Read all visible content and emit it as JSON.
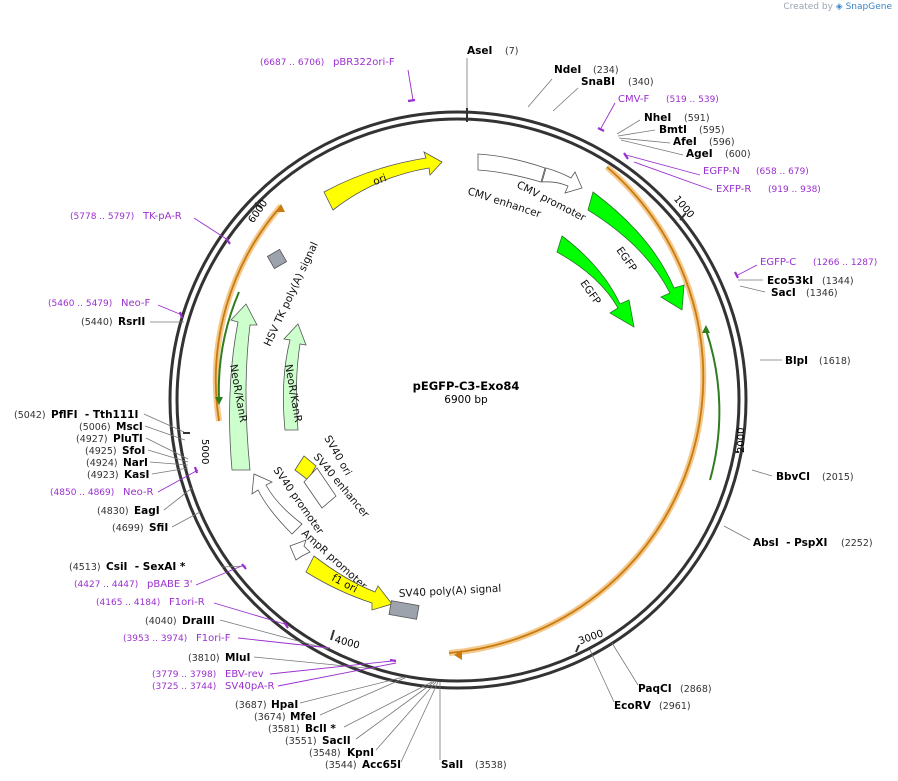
{
  "watermark": {
    "prefix": "Created by",
    "brand": "SnapGene"
  },
  "plasmid": {
    "name": "pEGFP-C3-Exo84",
    "length_text": "6900 bp",
    "length": 6900
  },
  "ticks": [
    "1000",
    "2000",
    "3000",
    "4000",
    "5000",
    "6000"
  ],
  "features": [
    {
      "label": "ori",
      "color": "#ffff00"
    },
    {
      "label": "CMV enhancer",
      "color": "#ffffff"
    },
    {
      "label": "CMV promoter",
      "color": "#ffffff"
    },
    {
      "label": "EGFP",
      "color": "#00ff00"
    },
    {
      "label": "EGFP",
      "color": "#00ff00"
    },
    {
      "label": "HSV TK poly(A) signal",
      "color": "#9ca3ad"
    },
    {
      "label": "NeoR/KanR",
      "color": "#ccffcc"
    },
    {
      "label": "NeoR/KanR",
      "color": "#ccffcc"
    },
    {
      "label": "SV40 ori",
      "color": "#ffff00"
    },
    {
      "label": "SV40 enhancer",
      "color": "#ffffff"
    },
    {
      "label": "SV40 promoter",
      "color": "#ffffff"
    },
    {
      "label": "AmpR promoter",
      "color": "#ffffff"
    },
    {
      "label": "f1 ori",
      "color": "#ffff00"
    },
    {
      "label": "SV40 poly(A) signal",
      "color": "#9ca3ad"
    }
  ],
  "sites": [
    {
      "name": "AseI",
      "pos": "(7)"
    },
    {
      "name": "NdeI",
      "pos": "(234)"
    },
    {
      "name": "SnaBI",
      "pos": "(340)"
    },
    {
      "name": "NheI",
      "pos": "(591)"
    },
    {
      "name": "BmtI",
      "pos": "(595)"
    },
    {
      "name": "AfeI",
      "pos": "(596)"
    },
    {
      "name": "AgeI",
      "pos": "(600)"
    },
    {
      "name": "Eco53kI",
      "pos": "(1344)"
    },
    {
      "name": "SacI",
      "pos": "(1346)"
    },
    {
      "name": "BlpI",
      "pos": "(1618)"
    },
    {
      "name": "BbvCI",
      "pos": "(2015)"
    },
    {
      "name": "AbsI  - PspXI",
      "pos": "(2252)"
    },
    {
      "name": "PaqCI",
      "pos": "(2868)"
    },
    {
      "name": "EcoRV",
      "pos": "(2961)"
    },
    {
      "name": "SalI",
      "pos": "(3538)"
    },
    {
      "name": "Acc65I",
      "pos": "(3544)"
    },
    {
      "name": "KpnI",
      "pos": "(3548)"
    },
    {
      "name": "SacII",
      "pos": "(3551)"
    },
    {
      "name": "BclI *",
      "pos": "(3581)"
    },
    {
      "name": "MfeI",
      "pos": "(3674)"
    },
    {
      "name": "HpaI",
      "pos": "(3687)"
    },
    {
      "name": "MluI",
      "pos": "(3810)"
    },
    {
      "name": "DraIII",
      "pos": "(4040)"
    },
    {
      "name": "CsiI  - SexAI *",
      "pos": "(4513)"
    },
    {
      "name": "SfiI",
      "pos": "(4699)"
    },
    {
      "name": "EagI",
      "pos": "(4830)"
    },
    {
      "name": "KasI",
      "pos": "(4923)"
    },
    {
      "name": "NarI",
      "pos": "(4924)"
    },
    {
      "name": "SfoI",
      "pos": "(4925)"
    },
    {
      "name": "PluTI",
      "pos": "(4927)"
    },
    {
      "name": "MscI",
      "pos": "(5006)"
    },
    {
      "name": "PflFI  - Tth111I",
      "pos": "(5042)"
    },
    {
      "name": "RsrII",
      "pos": "(5440)"
    }
  ],
  "primers": [
    {
      "name": "pBR322ori-F",
      "range": "(6687 .. 6706)"
    },
    {
      "name": "CMV-F",
      "range": "(519 .. 539)"
    },
    {
      "name": "EGFP-N",
      "range": "(658 .. 679)"
    },
    {
      "name": "EXFP-R",
      "range": "(919 .. 938)"
    },
    {
      "name": "EGFP-C",
      "range": "(1266 .. 1287)"
    },
    {
      "name": "TK-pA-R",
      "range": "(5778 .. 5797)"
    },
    {
      "name": "Neo-F",
      "range": "(5460 .. 5479)"
    },
    {
      "name": "Neo-R",
      "range": "(4850 .. 4869)"
    },
    {
      "name": "pBABE 3'",
      "range": "(4427 .. 4447)"
    },
    {
      "name": "F1ori-R",
      "range": "(4165 .. 4184)"
    },
    {
      "name": "F1ori-F",
      "range": "(3953 .. 3974)"
    },
    {
      "name": "EBV-rev",
      "range": "(3779 .. 3798)"
    },
    {
      "name": "SV40pA-R",
      "range": "(3725 .. 3744)"
    }
  ]
}
